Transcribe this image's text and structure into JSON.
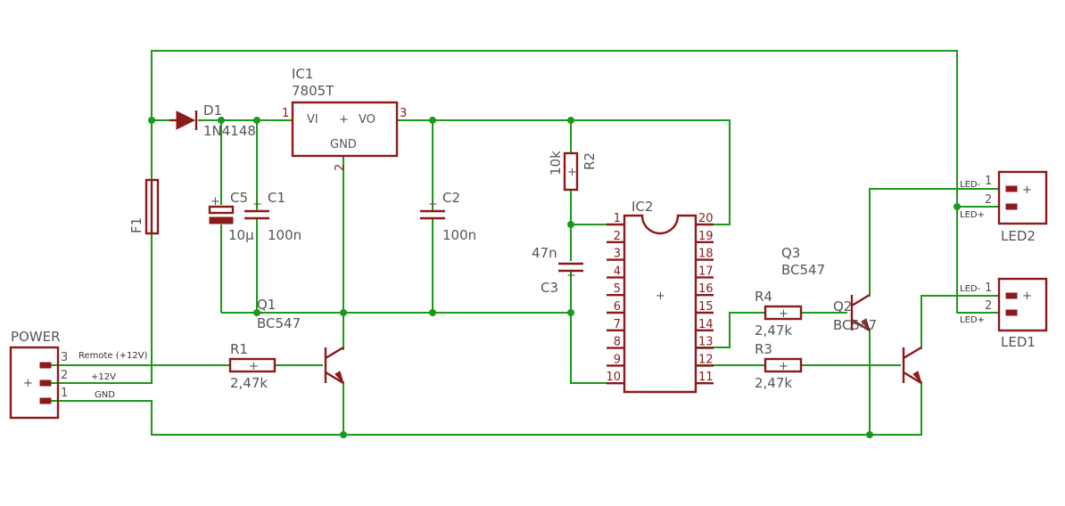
{
  "colors": {
    "wire": "#1a9a1a",
    "part": "#8b1a1a",
    "label": "#555555",
    "background": "#ffffff"
  },
  "components": {
    "ic1": {
      "name": "IC1",
      "value": "7805T",
      "pin_vi": "VI",
      "pin_vo": "VO",
      "pin_gnd": "GND",
      "pin1": "1",
      "pin2": "2",
      "pin3": "3"
    },
    "d1": {
      "name": "D1",
      "value": "1N4148"
    },
    "f1": {
      "name": "F1"
    },
    "c5": {
      "name": "C5",
      "value": "10µ"
    },
    "c1": {
      "name": "C1",
      "value": "100n"
    },
    "c2": {
      "name": "C2",
      "value": "100n"
    },
    "c3": {
      "name": "C3",
      "value": "47n"
    },
    "r2": {
      "name": "R2",
      "value": "10k"
    },
    "r1": {
      "name": "R1",
      "value": "2,47k"
    },
    "r3": {
      "name": "R3",
      "value": "2,47k"
    },
    "r4": {
      "name": "R4",
      "value": "2,47k"
    },
    "q1": {
      "name": "Q1",
      "value": "BC547"
    },
    "q2": {
      "name": "Q2",
      "value": "BC547"
    },
    "q3": {
      "name": "Q3",
      "value": "BC547"
    },
    "ic2": {
      "name": "IC2"
    },
    "power": {
      "name": "POWER",
      "pins": [
        "3",
        "2",
        "1"
      ],
      "nets": [
        "Remote (+12V)",
        "+12V",
        "GND"
      ]
    },
    "led1": {
      "name": "LED1",
      "pin1": "1",
      "pin2": "2",
      "net_minus": "LED-",
      "net_plus": "LED+"
    },
    "led2": {
      "name": "LED2",
      "pin1": "1",
      "pin2": "2",
      "net_minus": "LED-",
      "net_plus": "LED+"
    }
  },
  "ic2_pins_left": [
    "1",
    "2",
    "3",
    "4",
    "5",
    "6",
    "7",
    "8",
    "9",
    "10"
  ],
  "ic2_pins_right": [
    "20",
    "19",
    "18",
    "17",
    "16",
    "15",
    "14",
    "13",
    "12",
    "11"
  ]
}
